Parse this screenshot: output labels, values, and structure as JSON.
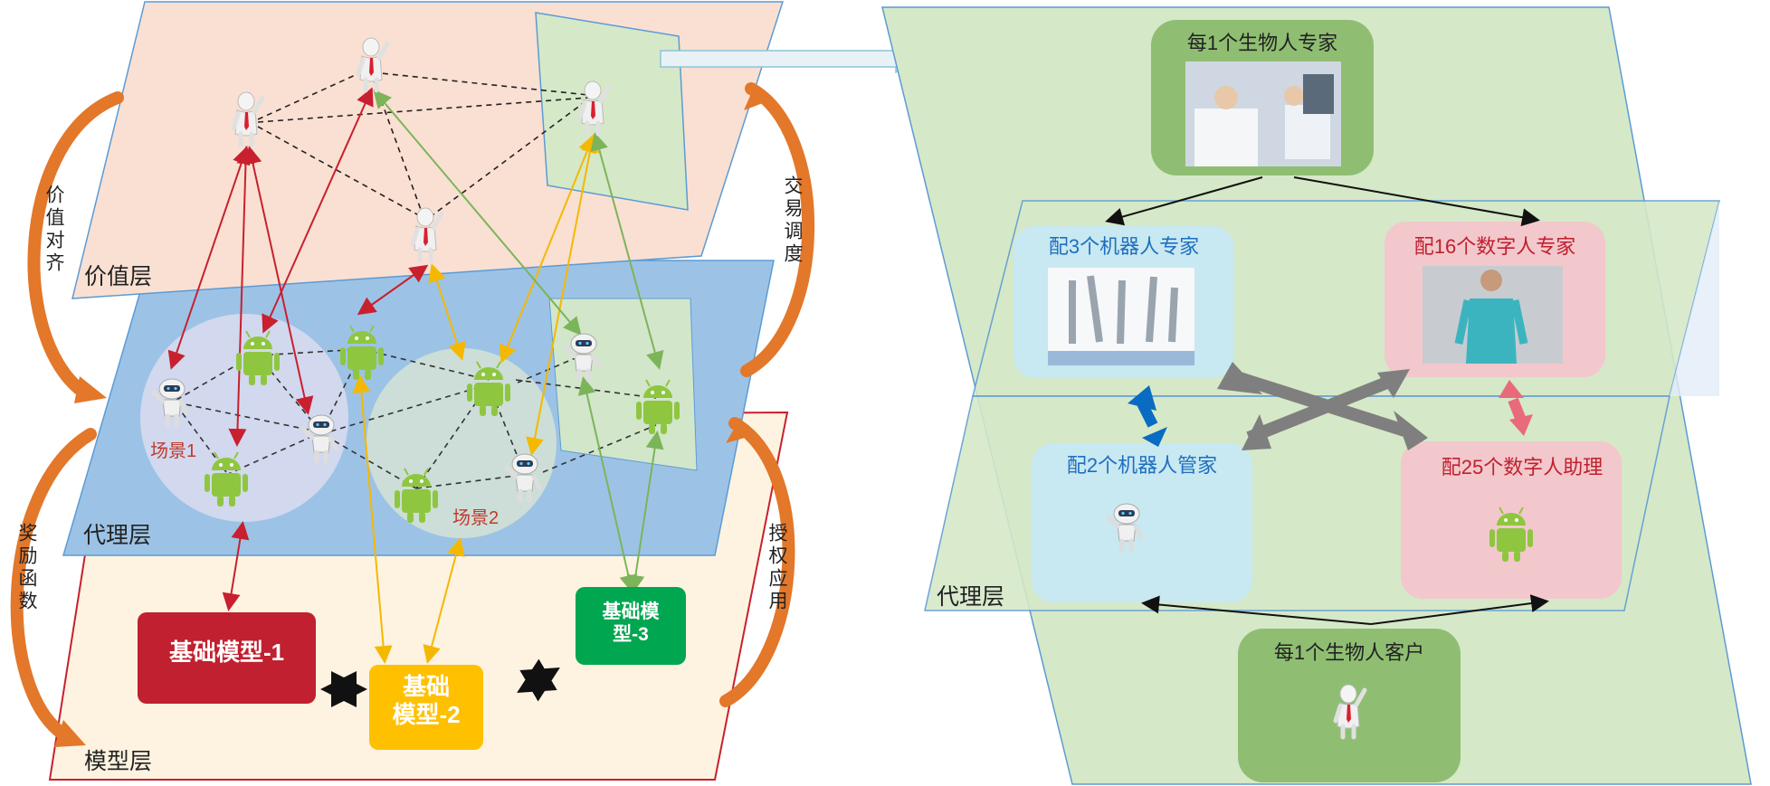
{
  "left_diagram": {
    "layers": {
      "value": "价值层",
      "agent": "代理层",
      "model": "模型层"
    },
    "side_labels": {
      "value_alignment": "价值对齐",
      "reward_function": "奖励函数",
      "trade_scheduling": "交易调度",
      "authorized_application": "授权应用"
    },
    "scenes": {
      "scene1": "场景1",
      "scene2": "场景2"
    },
    "models": {
      "model1": "基础模型-1",
      "model2": "基础\n模型-2",
      "model3": "基础模\n型-3"
    }
  },
  "right_diagram": {
    "top_expert": "每1个生物人专家",
    "robot_experts": "配3个机器人专家",
    "digital_experts": "配16个数字人专家",
    "robot_stewards": "配2个机器人管家",
    "digital_assistants": "配25个数字人助理",
    "agent_layer": "代理层",
    "bottom_client": "每1个生物人客户"
  },
  "colors": {
    "value_layer": "#f9e0d2",
    "agent_layer": "#9cc3e6",
    "model_layer": "#fdf3e0",
    "green_panel": "#d5e8c8",
    "model1": "#c0202f",
    "model2": "#ffc000",
    "model3": "#00a650",
    "orange_arrow": "#e3772a",
    "red_line": "#c8202f",
    "yellow_line": "#f5b800",
    "green_line": "#7cb45a"
  },
  "icons": {
    "human": "human-figure-icon",
    "android": "android-robot-icon",
    "service_robot": "service-robot-icon"
  }
}
